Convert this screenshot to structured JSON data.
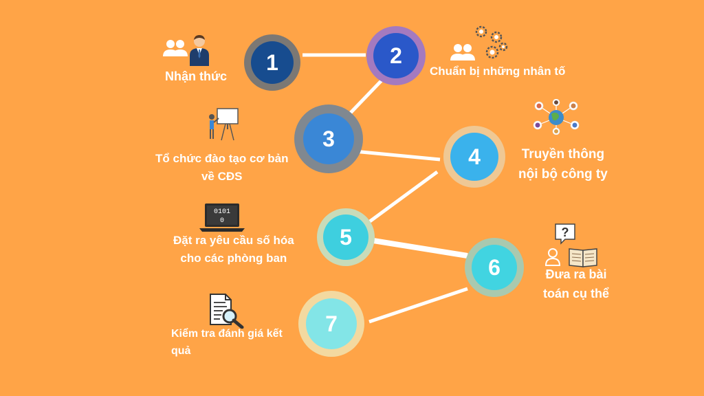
{
  "colors": {
    "background": "#FFA447",
    "line": "#FFFFFF",
    "label": "#FFFFFF"
  },
  "steps": [
    {
      "number": "1",
      "label": "Nhận thức",
      "icon": "people-manager-icon",
      "fill": "#174C8F",
      "ring": "#7C7874"
    },
    {
      "number": "2",
      "label": "Chuẩn bị những nhân tố",
      "icon": "team-gears-icon",
      "fill": "#2A58C9",
      "ring": "#A47ABF"
    },
    {
      "number": "3",
      "label": [
        "Tổ chức đào tạo cơ bản",
        "về CĐS"
      ],
      "icon": "presentation-board-icon",
      "fill": "#3A87D6",
      "ring": "#808890"
    },
    {
      "number": "4",
      "label": [
        "Truyền thông",
        "nội bộ công ty"
      ],
      "icon": "global-network-icon",
      "fill": "#3AB2EC",
      "ring": "#EFC894"
    },
    {
      "number": "5",
      "label": [
        "Đặt ra yêu cầu số hóa",
        "cho các phòng ban"
      ],
      "icon": "binary-laptop-icon",
      "fill": "#3ECFDF",
      "ring": "#C8DBB9"
    },
    {
      "number": "6",
      "label": [
        "Đưa ra bài",
        "toán cụ thể"
      ],
      "icon": "question-book-icon",
      "fill": "#41D4E1",
      "ring": "#A9C9AF"
    },
    {
      "number": "7",
      "label": [
        "Kiểm tra đánh giá kết",
        "quả"
      ],
      "icon": "document-search-icon",
      "fill": "#83E5E7",
      "ring": "#F3D9A0"
    }
  ],
  "laptop_text": [
    "0101",
    "0"
  ]
}
